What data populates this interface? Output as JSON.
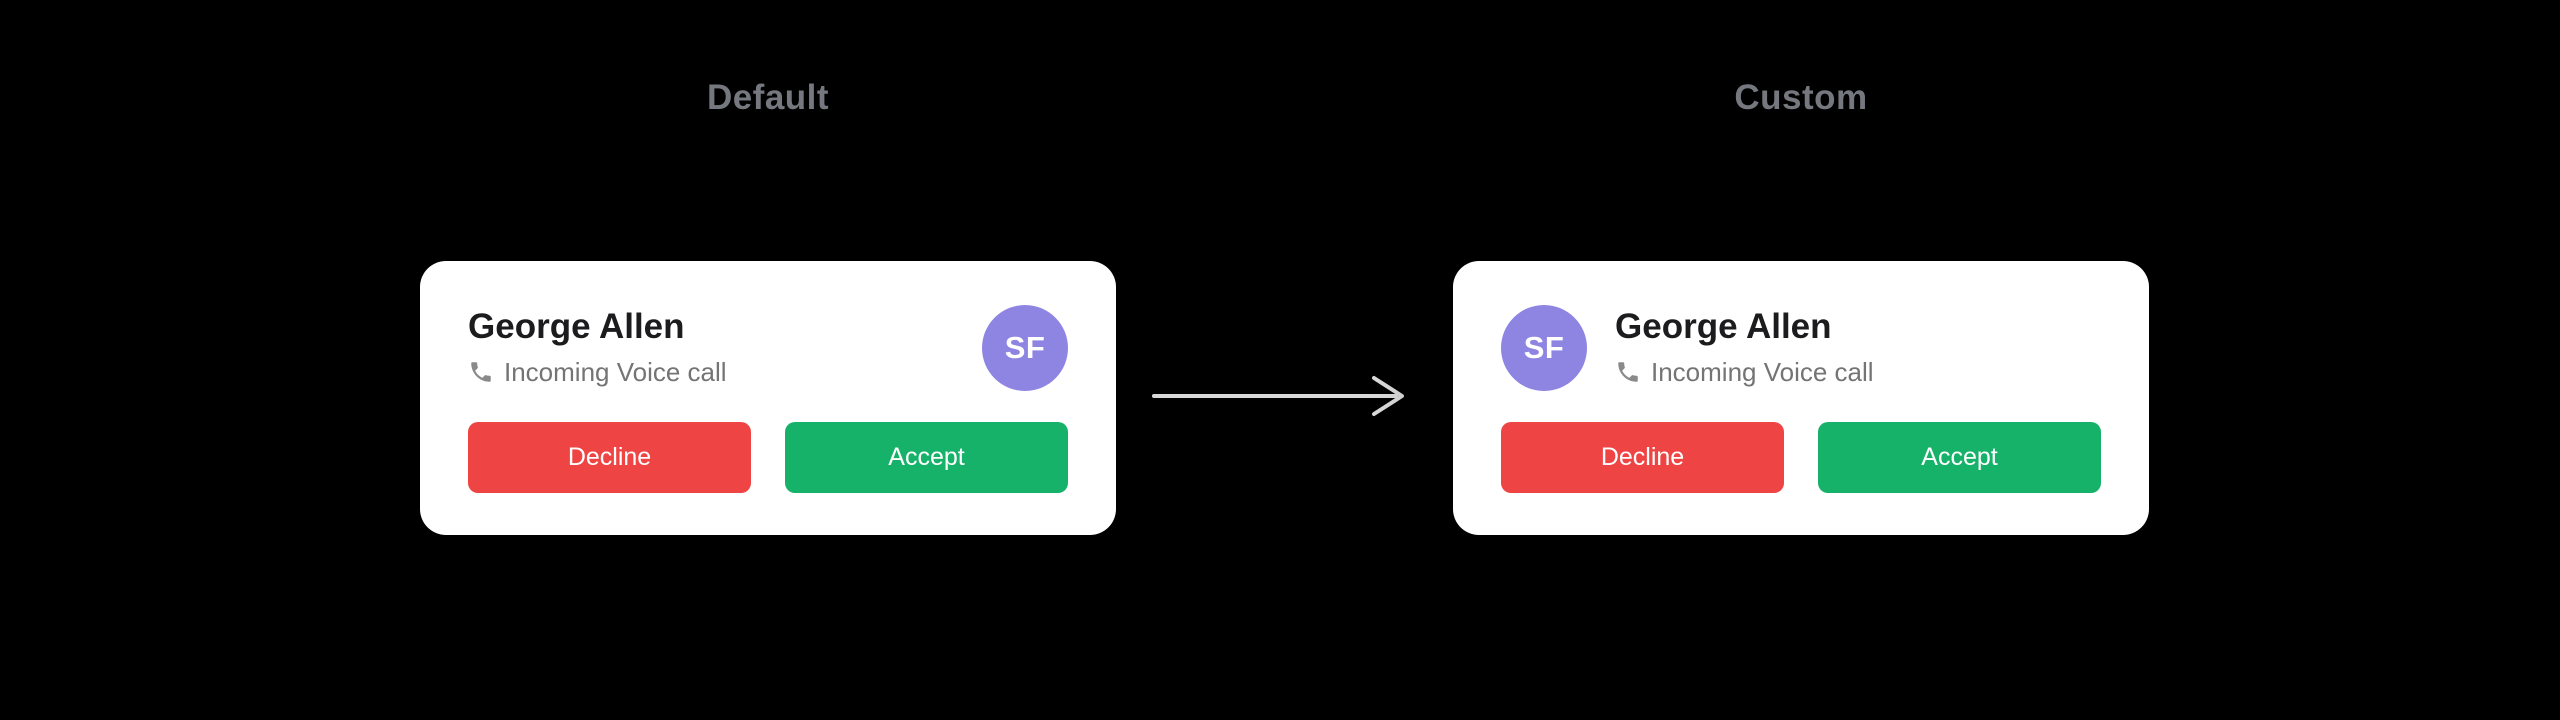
{
  "page": {
    "background": "#000000"
  },
  "sections": {
    "default": {
      "label": "Default",
      "card": {
        "caller_name": "George Allen",
        "call_type": "Incoming Voice call",
        "avatar_initials": "SF",
        "decline_label": "Decline",
        "accept_label": "Accept"
      }
    },
    "custom": {
      "label": "Custom",
      "card": {
        "caller_name": "George Allen",
        "call_type": "Incoming Voice call",
        "avatar_initials": "SF",
        "decline_label": "Decline",
        "accept_label": "Accept"
      }
    }
  },
  "icons": {
    "call_type_icon": "phone-icon",
    "transition_icon": "arrow-right-icon"
  },
  "colors": {
    "page_bg": "#000000",
    "label_text": "#75787e",
    "avatar_bg": "#8e85e3",
    "decline_bg": "#ef4444",
    "accept_bg": "#17b26a",
    "arrow_stroke": "#d9d9d9"
  }
}
